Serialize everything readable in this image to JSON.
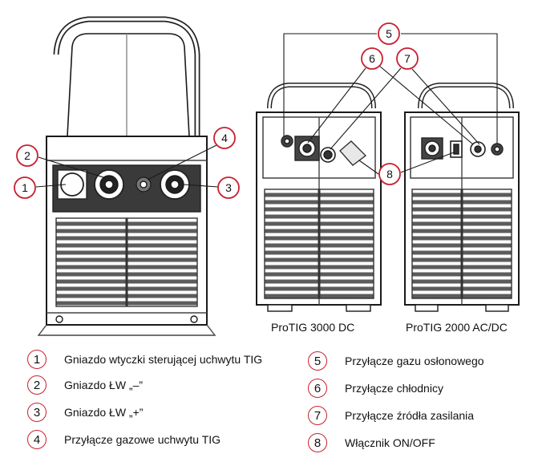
{
  "callouts": [
    "1",
    "2",
    "3",
    "4",
    "5",
    "6",
    "7",
    "8"
  ],
  "unit_labels": [
    "ProTIG 3000 DC",
    "ProTIG 2000 AC/DC"
  ],
  "legend": [
    {
      "num": "1",
      "text": "Gniazdo wtyczki sterującej uchwytu TIG"
    },
    {
      "num": "2",
      "text": "Gniazdo ŁW „–”"
    },
    {
      "num": "3",
      "text": "Gniazdo ŁW „+”"
    },
    {
      "num": "4",
      "text": "Przyłącze gazowe uchwytu TIG"
    },
    {
      "num": "5",
      "text": "Przyłącze gazu osłonowego"
    },
    {
      "num": "6",
      "text": "Przyłącze chłodnicy"
    },
    {
      "num": "7",
      "text": "Przyłącze źródła zasilania"
    },
    {
      "num": "8",
      "text": "Włącznik ON/OFF"
    }
  ],
  "colors": {
    "callout_ring": "#c8202f",
    "line": "#1a1a1a",
    "panel": "#555555",
    "vent": "#ffffff"
  }
}
